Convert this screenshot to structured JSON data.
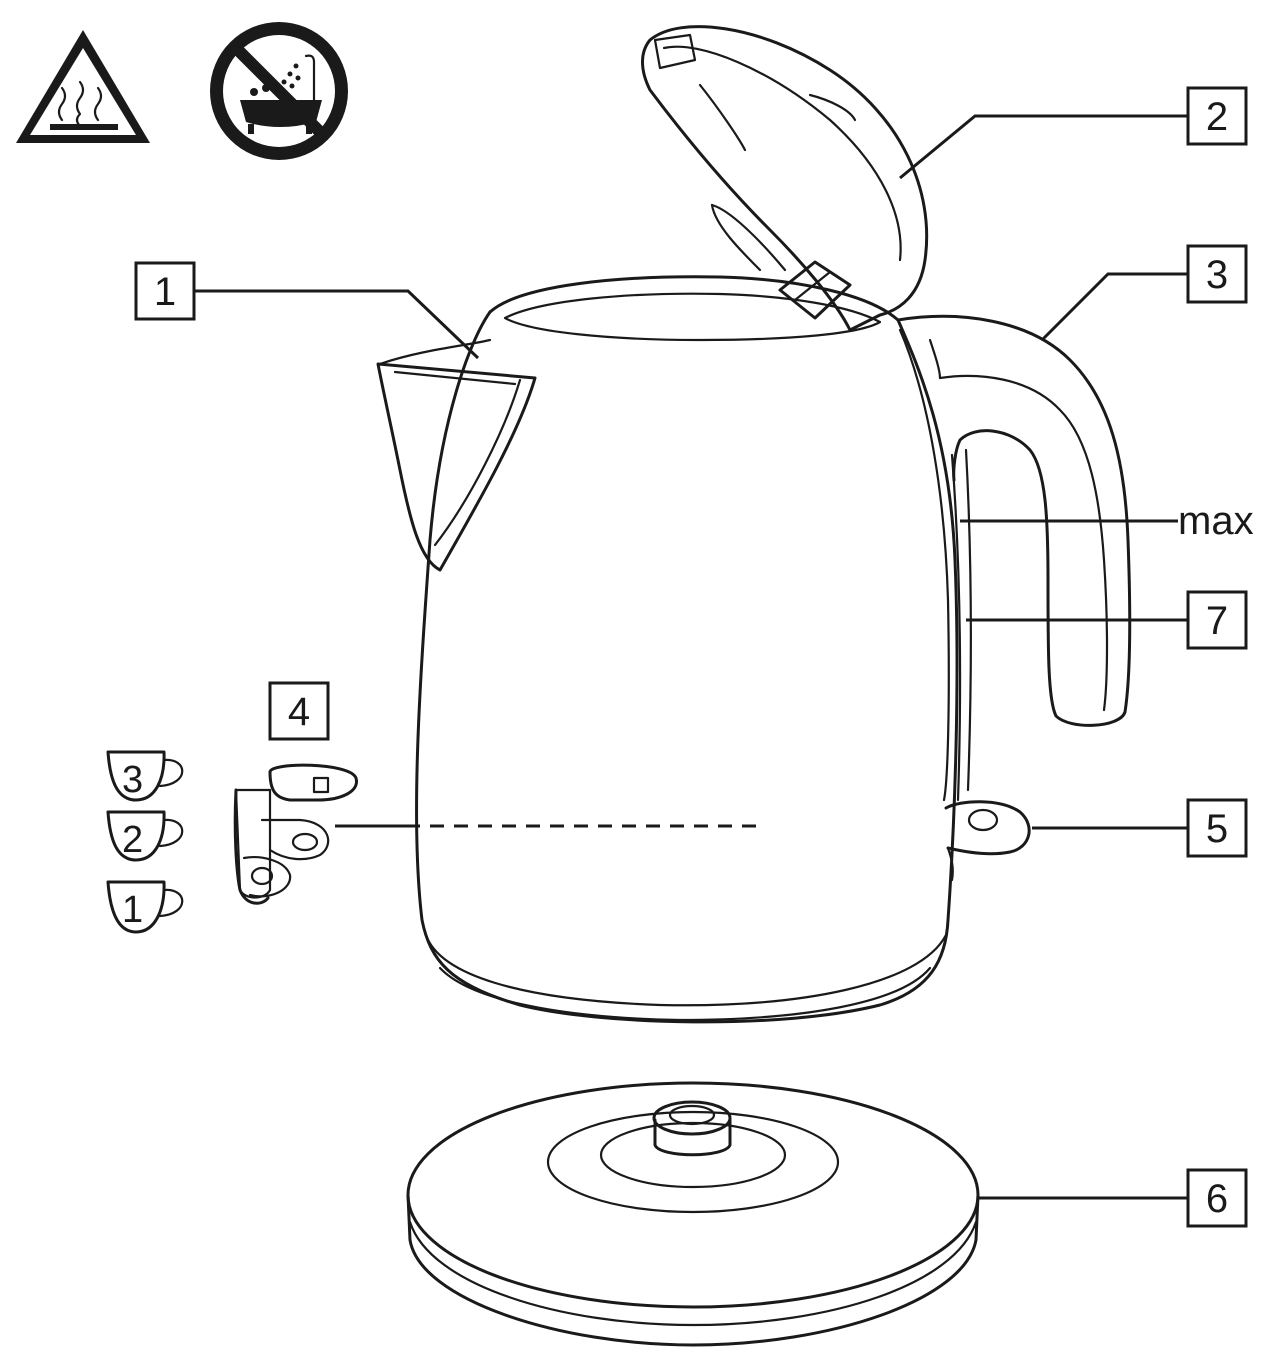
{
  "callouts": [
    {
      "id": "1",
      "text": "1"
    },
    {
      "id": "2",
      "text": "2"
    },
    {
      "id": "3",
      "text": "3"
    },
    {
      "id": "4",
      "text": "4"
    },
    {
      "id": "5",
      "text": "5"
    },
    {
      "id": "6",
      "text": "6"
    },
    {
      "id": "7",
      "text": "7"
    }
  ],
  "max_label": "max",
  "cup_levels": [
    "3",
    "2",
    "1"
  ],
  "warning_icons": [
    "hot-surface-warning-icon",
    "no-immersion-warning-icon"
  ],
  "colors": {
    "line": "#1a1a1a",
    "background": "#ffffff",
    "warning_fill": "#1a1a1a"
  }
}
